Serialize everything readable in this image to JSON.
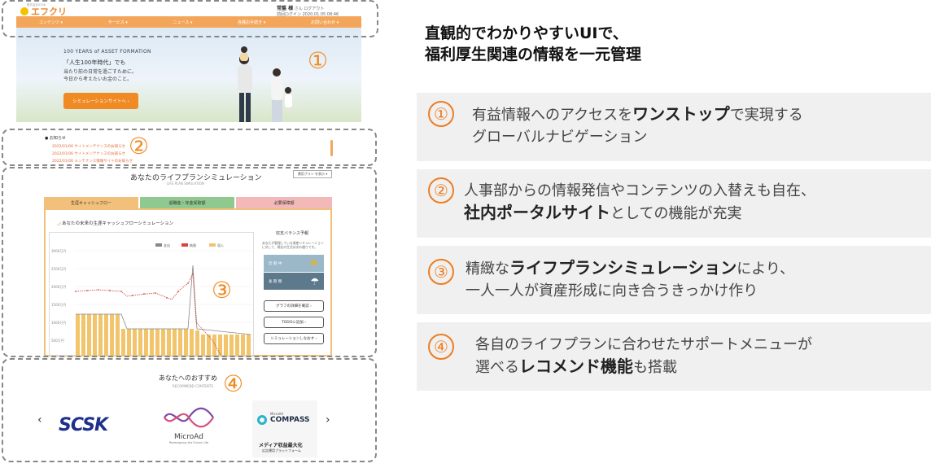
{
  "heading": {
    "line1": "直観的でわかりやすいUIで、",
    "line2": "福利厚生関連の情報を一元管理"
  },
  "mock": {
    "logo_small": "株式会社SCSK",
    "logo": "エフクリ",
    "user_name": "常盤 様",
    "user_suffix": "さん ログアウト",
    "last_login": "前回ログイン 2020.01.05 08:46",
    "nav": [
      "コンテンツ ▾",
      "サービス ▾",
      "ニュース ▾",
      "各種お手続き ▾",
      "お問い合わせ ▾"
    ],
    "hero": {
      "line1": "100 YEARS of ASSET FORMATION",
      "line2": "「人生100年時代」でも",
      "line3a": "当たり前の日常を過ごすために。",
      "line3b": "今日から考えたいお金のこと。",
      "button": "シミュレーションサイトへ ›"
    },
    "notice": {
      "title": "お知らせ",
      "rows": [
        "2022/01/06 サイトメンテナンスのお知らせ",
        "2022/01/06 サイトメンテナンスのお知らせ",
        "2022/01/06 メンテナンス情報サイトのお知らせ"
      ]
    },
    "sim": {
      "title": "あなたのライフプランシミュレーション",
      "subtitle": "LIFE PLAN SIMULATION",
      "select": "運用プラン を表示 ▾",
      "tabs": [
        "生涯キャッシュフロー",
        "退職金・年金受取額",
        "必要保障額"
      ],
      "chart_title": "あなたの未来の生涯キャッシュフローシミュレーション",
      "legend": [
        "支出",
        "純資",
        "収入"
      ],
      "side_title": "収支バランス予報",
      "side_text": "あなたが管理している資産シミュレーションに対して、現在の生活は次の通りです。",
      "weather": [
        {
          "label": "近 期 中",
          "icon": "☀"
        },
        {
          "label": "長 期 間",
          "icon": "☂"
        }
      ],
      "buttons": [
        "グラフの詳細を確認 ›",
        "TODOに追加 ›",
        "シミュレーションしなおす ›"
      ]
    },
    "rec": {
      "title": "あなたへのおすすめ",
      "subtitle": "RECOMMEND CONTENTS",
      "prev": "‹",
      "next": "›",
      "logos": [
        {
          "name": "SCSK"
        },
        {
          "name": "MicroAd",
          "tag": "Redesigning the Future Life"
        },
        {
          "name": "COMPASS",
          "small": "MicroAd",
          "line1": "メディア収益最大化",
          "line2": "広告運用プラットフォーム"
        }
      ]
    },
    "markers": [
      "①",
      "②",
      "③",
      "④"
    ]
  },
  "cards": [
    {
      "num": "①",
      "pre": "有益情報へのアクセスを",
      "bold": "ワンストップ",
      "post": "で実現する",
      "line2": "グローバルナビゲーション"
    },
    {
      "num": "②",
      "pre": "人事部からの情報発信やコンテンツの入替えも自在、",
      "bold": "社内ポータルサイト",
      "post": "としての機能が充実",
      "line2": ""
    },
    {
      "num": "③",
      "pre": "精緻な",
      "bold": "ライフプランシミュレーション",
      "post": "により、",
      "line2": "一人一人が資産形成に向き合うきっかけ作り"
    },
    {
      "num": "④",
      "pre": "各自のライフプランに合わせたサポートメニューが",
      "bold": "レコメンド機能",
      "post": "も搭載",
      "line2pre": "選べる"
    }
  ],
  "colors": {
    "accent": "#ee7d22",
    "nav": "#f3a65a",
    "bar": "#f2c46b",
    "line_red": "#d9433a",
    "line_gray": "#888888"
  }
}
